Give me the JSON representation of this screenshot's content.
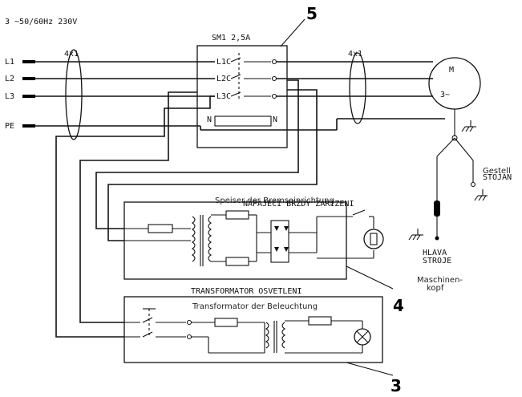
{
  "supply": {
    "label": "3  ~50/60Hz 230V"
  },
  "lines": {
    "l1": "L1",
    "l2": "L2",
    "l3": "L3",
    "pe": "PE"
  },
  "cable_left": "4x1",
  "cable_right": "4x1",
  "switch_box": {
    "title": "SM1 2,5A",
    "contacts": [
      "L1C",
      "L2C",
      "L3C"
    ],
    "n_label": "N"
  },
  "motor": {
    "letter": "M",
    "phase": "3~"
  },
  "stojan": {
    "cz": "STOJAN",
    "de": "Gestell"
  },
  "hlava": {
    "cz_1": "HLAVA",
    "cz_2": "STROJE",
    "de_1": "Maschinen-",
    "de_2": "kopf"
  },
  "speiser": {
    "de": "Speiser der Bremseinrichtung",
    "cz": "NAPAJECI BRZDY ZARIZENI"
  },
  "transformer": {
    "cz": "TRANSFORMATOR OSVETLENI",
    "de": "Transformator der Beleuchtung"
  },
  "callouts": {
    "c5": "5",
    "c4": "4",
    "c3": "3"
  }
}
